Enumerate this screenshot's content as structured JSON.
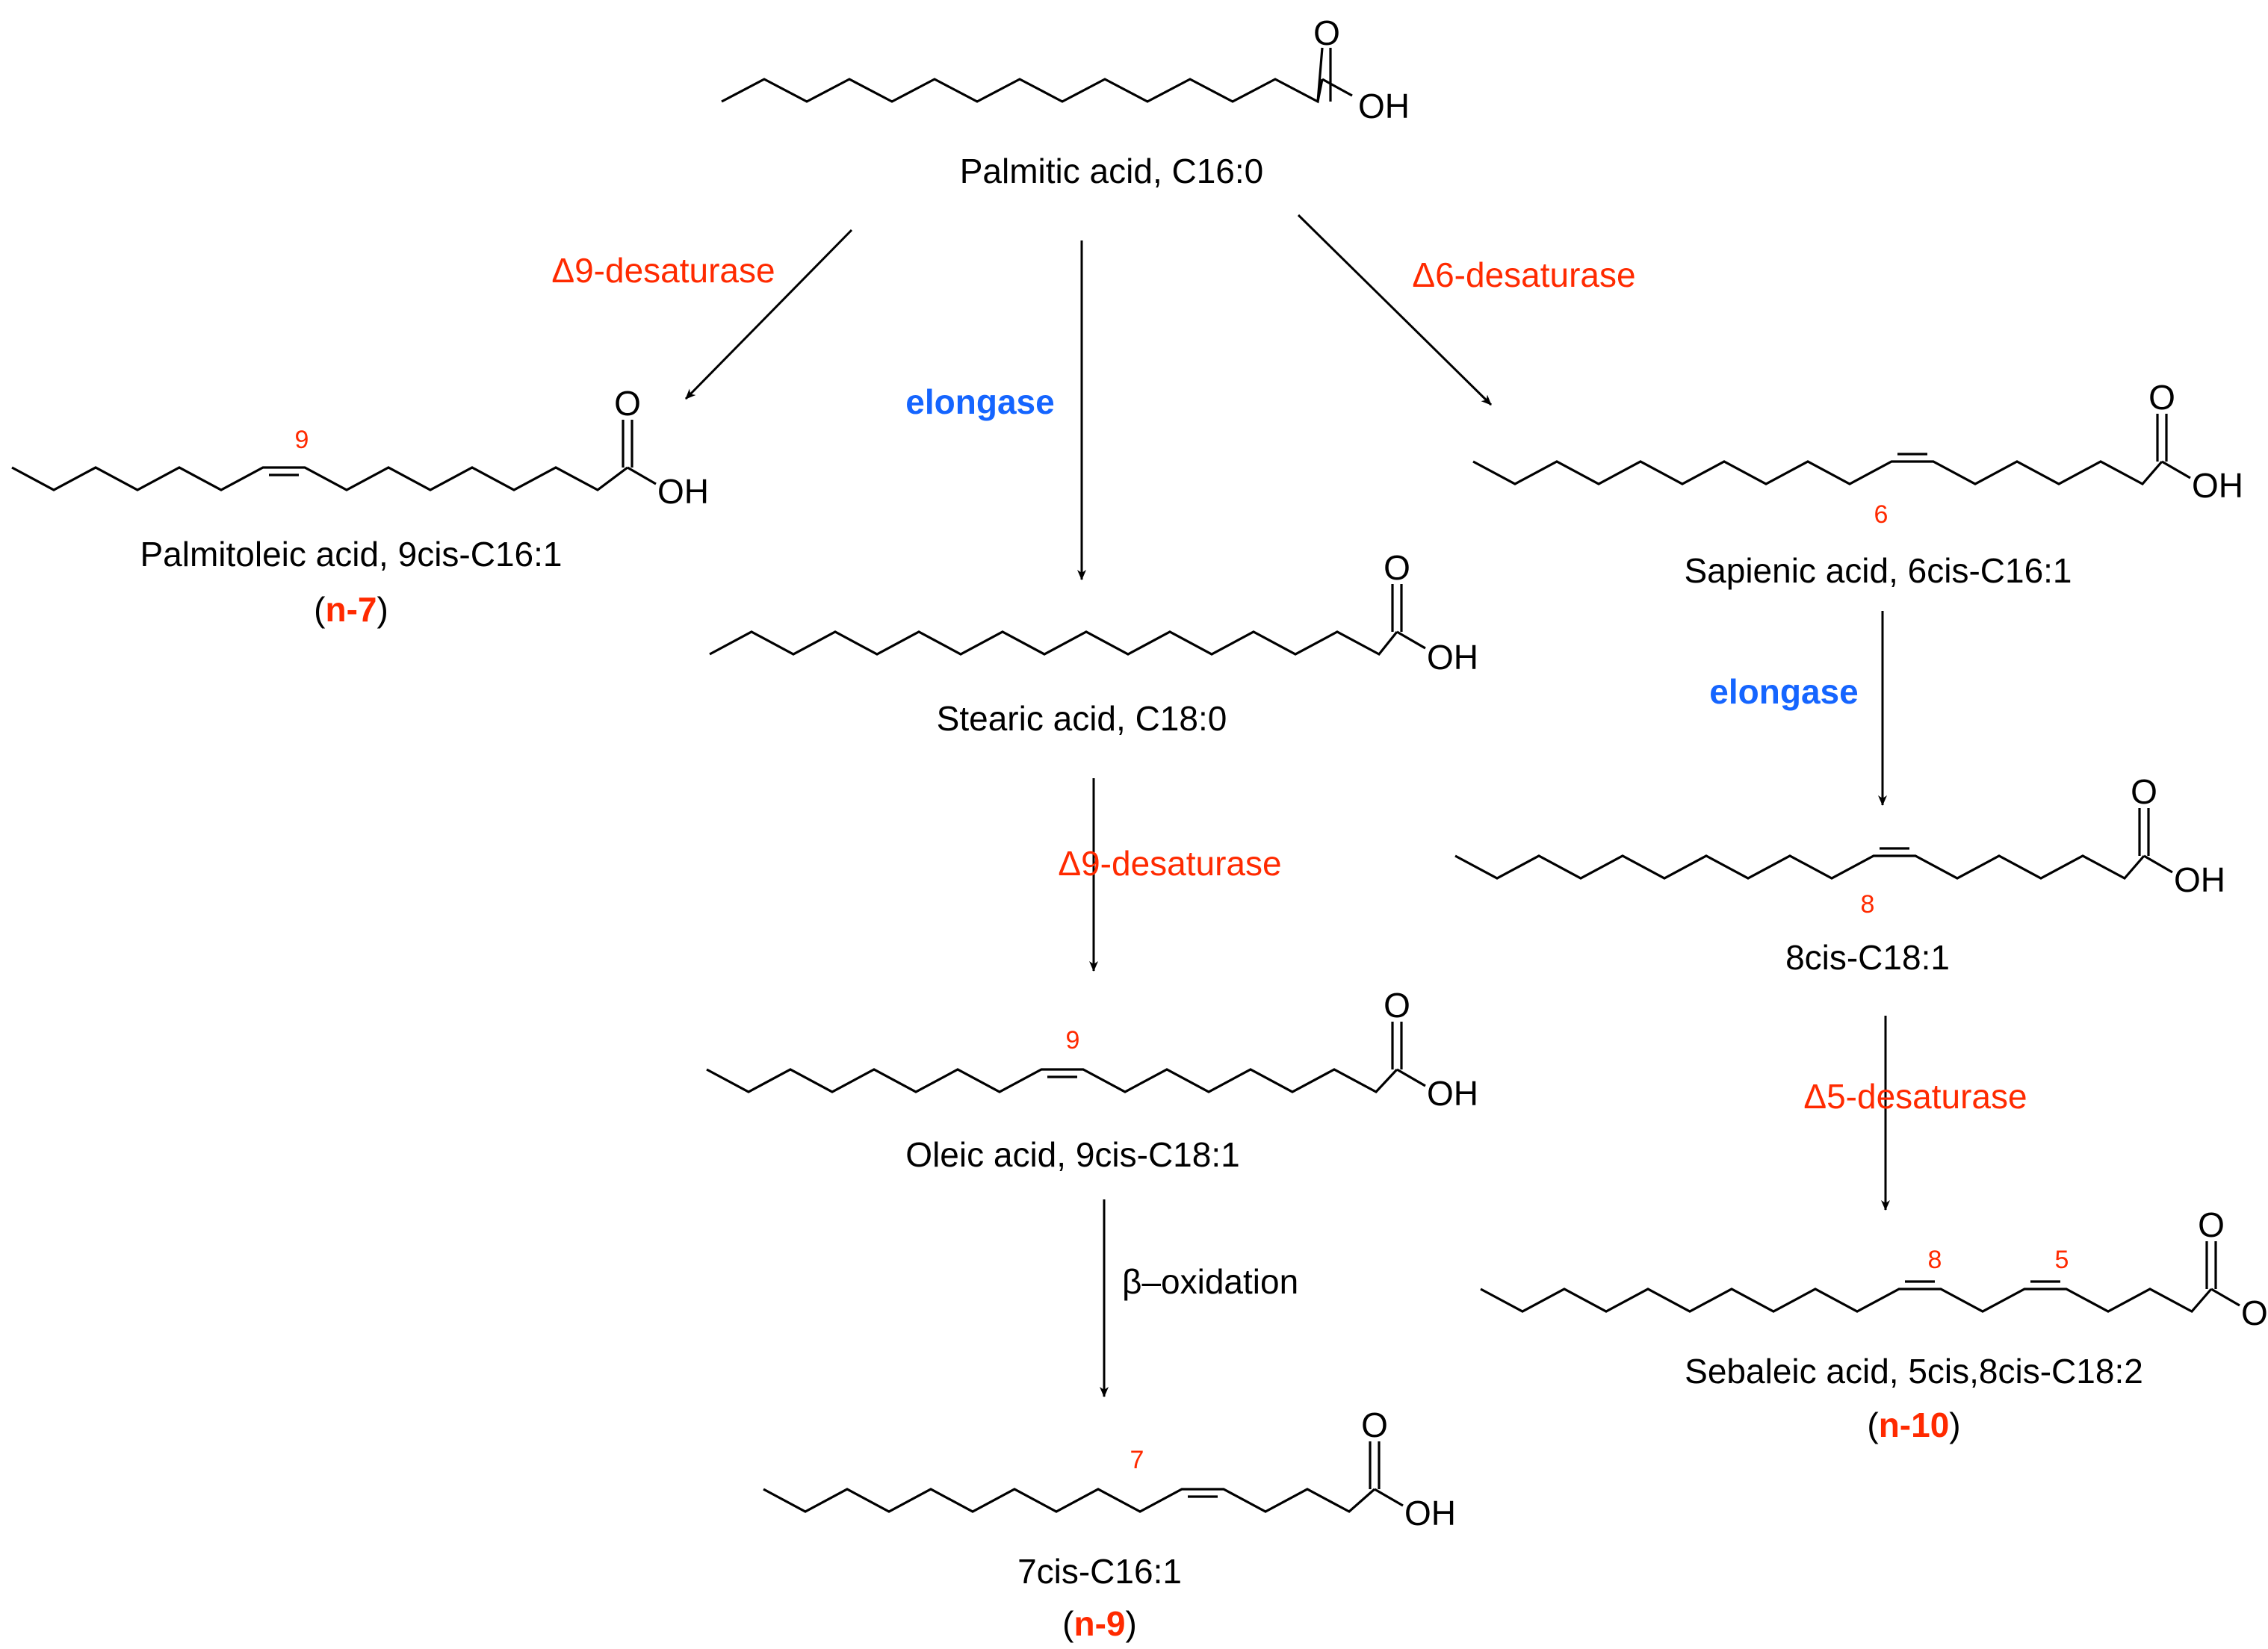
{
  "compounds": {
    "palmitic": {
      "name": "Palmitic acid, C16:0"
    },
    "palmitoleic": {
      "name": "Palmitoleic acid, 9cis-C16:1",
      "omega": "n-7",
      "position": "9"
    },
    "stearic": {
      "name": "Stearic acid, C18:0"
    },
    "sapienic": {
      "name": "Sapienic acid, 6cis-C16:1",
      "position": "6"
    },
    "c18_8cis": {
      "name": "8cis-C18:1",
      "position": "8"
    },
    "oleic": {
      "name": "Oleic acid, 9cis-C18:1",
      "position": "9"
    },
    "sebaleic": {
      "name": "Sebaleic acid, 5cis,8cis-C18:2",
      "omega": "n-10",
      "position_a": "8",
      "position_b": "5"
    },
    "c16_7cis": {
      "name": "7cis-C16:1",
      "omega": "n-9",
      "position": "7"
    }
  },
  "atoms": {
    "oxygen": "O",
    "hydroxyl": "OH"
  },
  "reactions": {
    "d9_left": "Δ9-desaturase",
    "elongase_center": "elongase",
    "d6": "Δ6-desaturase",
    "elongase_right": "elongase",
    "d9_center": "Δ9-desaturase",
    "d5": "Δ5-desaturase",
    "beta_ox": "β–oxidation"
  },
  "colors": {
    "desaturase": "#ff2a00",
    "elongase": "#1565ff",
    "omega_label": "#ff2a00",
    "structure": "#000000"
  }
}
